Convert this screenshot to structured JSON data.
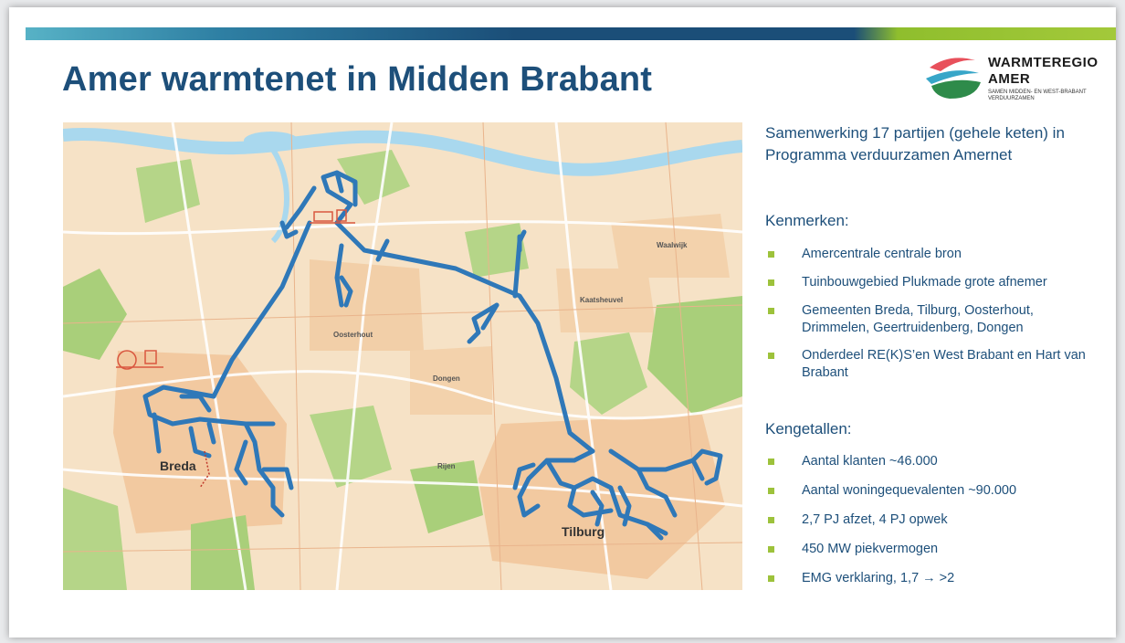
{
  "title": "Amer warmtenet in Midden Brabant",
  "logo": {
    "line1": "WARMTEREGIO",
    "line2": "AMER",
    "tagline": "SAMEN MIDDEN- EN WEST-BRABANT VERDUURZAMEN"
  },
  "map": {
    "cities": {
      "breda": "Breda",
      "tilburg": "Tilburg"
    },
    "towns": {
      "oosterhout": "Oosterhout",
      "dongen": "Dongen",
      "rijen": "Rijen",
      "kaatsheuvel": "Kaatsheuvel",
      "waalwijk": "Waalwijk"
    }
  },
  "intro": "Samenwerking 17 partijen (gehele keten) in Programma verduurzamen Amernet",
  "kenmerken": {
    "heading": "Kenmerken:",
    "items": [
      "Amercentrale centrale bron",
      "Tuinbouwgebied Plukmade grote afnemer",
      "Gemeenten Breda, Tilburg, Oosterhout, Drimmelen, Geertruidenberg, Dongen",
      "Onderdeel RE(K)S’en West Brabant en Hart van Brabant"
    ]
  },
  "kengetallen": {
    "heading": "Kengetallen:",
    "items": [
      "Aantal klanten ~46.000",
      "Aantal woningequevalenten ~90.000",
      "2,7 PJ afzet, 4 PJ opwek",
      "450 MW piekvermogen",
      "EMG verklaring, 1,7 → >2"
    ]
  },
  "colors": {
    "title": "#1d4f7a",
    "bullet": "#9dc23b",
    "network": "#2f78b8"
  }
}
